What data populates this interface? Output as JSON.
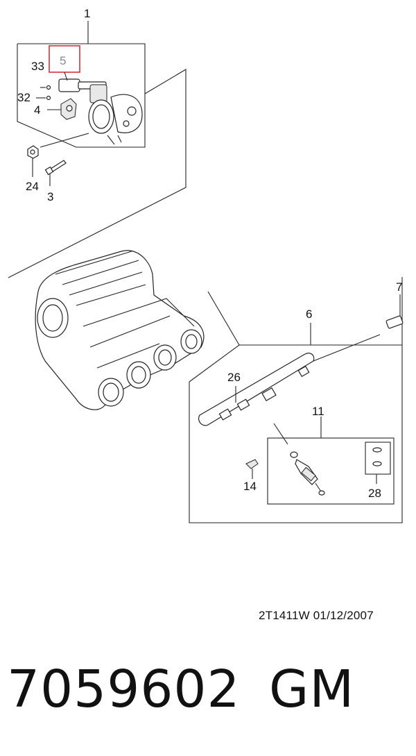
{
  "callouts": {
    "c1": "1",
    "c5": "5",
    "c33": "33",
    "c32": "32",
    "c4": "4",
    "c24": "24",
    "c3": "3",
    "c7": "7",
    "c6": "6",
    "c26": "26",
    "c11": "11",
    "c14": "14",
    "c28": "28"
  },
  "highlight_color": "#d9303a",
  "stamp": "2T1411W  01/12/2007",
  "part_number": "7059602",
  "brand": "GM"
}
